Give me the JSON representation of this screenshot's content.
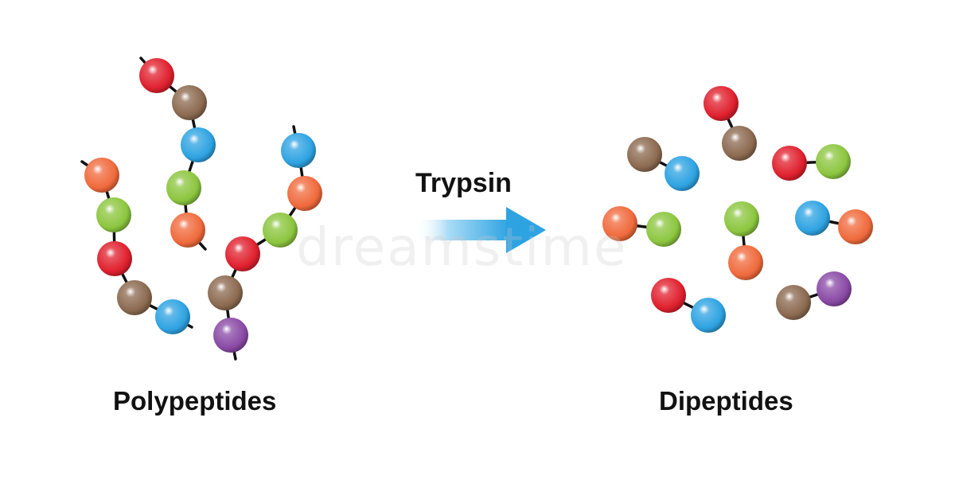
{
  "diagram": {
    "left_label": "Polypeptides",
    "right_label": "Dipeptides",
    "arrow_label": "Trypsin",
    "watermark": "dreamstime"
  },
  "colors": {
    "red": "#e0202e",
    "brown": "#8c6a50",
    "blue": "#2ea3e2",
    "green": "#8cc63f",
    "orange": "#f06a3c",
    "purple": "#8a4aa6",
    "bond": "#111111",
    "arrow": "#2ea3e2"
  }
}
